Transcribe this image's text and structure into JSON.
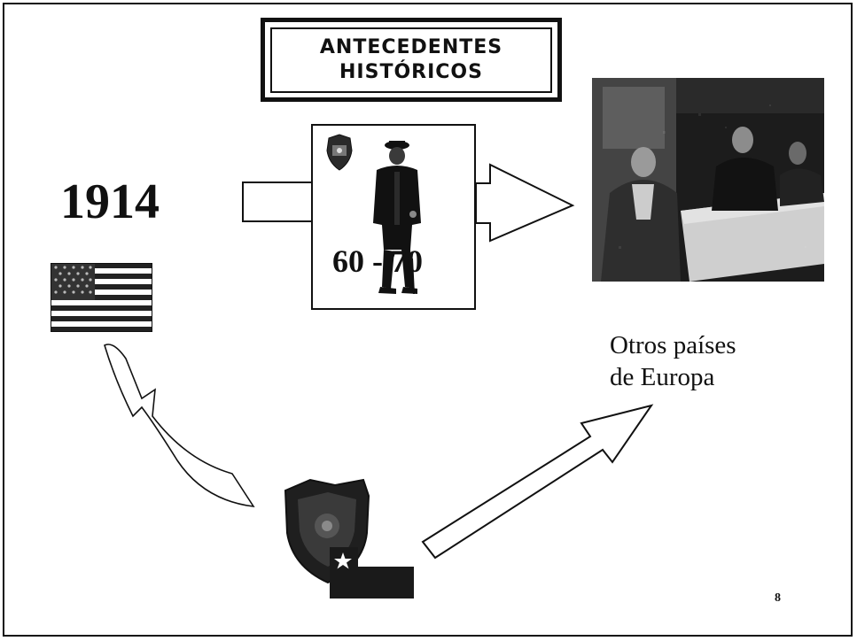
{
  "slide": {
    "title_line1": "ANTECEDENTES",
    "title_line2": "HISTÓRICOS",
    "year": "1914",
    "officer_years": "60 - 70",
    "other_countries_line1": "Otros países",
    "other_countries_line2": "de Europa",
    "page_number": "8"
  },
  "icons": {
    "flag": "usa-flag-icon",
    "badge": "police-badge-icon",
    "chile_flag": "chile-flag-icon",
    "officer": "police-officer-figure",
    "photo": "historical-meeting-photo"
  },
  "colors": {
    "ink": "#111111",
    "background": "#ffffff",
    "photo_dark": "#1a1a1a"
  }
}
